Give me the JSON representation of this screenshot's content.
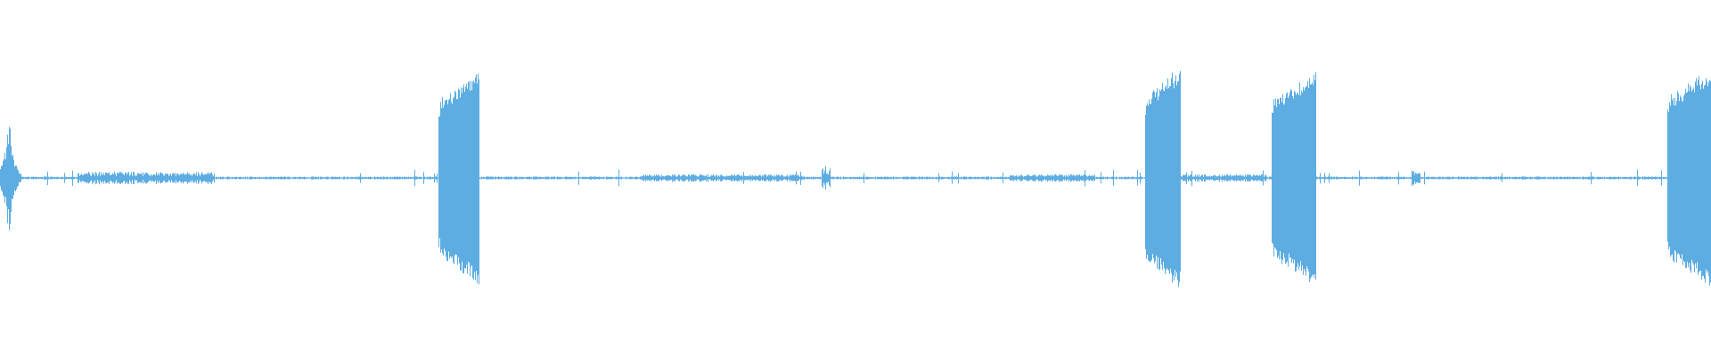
{
  "waveform": {
    "color": "#5dade2",
    "background": "#ffffff",
    "baseline_amplitude": 0.01,
    "bursts": [
      {
        "name": "burst-1",
        "start": 0.256,
        "end": 0.28,
        "amplitude": 0.82
      },
      {
        "name": "burst-2",
        "start": 0.6688,
        "end": 0.69,
        "amplitude": 0.85
      },
      {
        "name": "burst-3",
        "start": 0.743,
        "end": 0.769,
        "amplitude": 0.83
      },
      {
        "name": "burst-4",
        "start": 0.974,
        "end": 1.0,
        "amplitude": 0.84
      }
    ],
    "transients": [
      {
        "name": "transient-start",
        "position": 0.005,
        "amplitude": 0.55
      }
    ],
    "noise_clusters": [
      {
        "name": "noise-a",
        "start": 0.045,
        "end": 0.125,
        "amplitude": 0.05
      },
      {
        "name": "noise-b",
        "start": 0.375,
        "end": 0.47,
        "amplitude": 0.03
      },
      {
        "name": "noise-c",
        "start": 0.48,
        "end": 0.485,
        "amplitude": 0.09
      },
      {
        "name": "noise-d",
        "start": 0.59,
        "end": 0.64,
        "amplitude": 0.03
      },
      {
        "name": "noise-e",
        "start": 0.69,
        "end": 0.74,
        "amplitude": 0.03
      },
      {
        "name": "noise-f",
        "start": 0.825,
        "end": 0.83,
        "amplitude": 0.06
      }
    ]
  }
}
